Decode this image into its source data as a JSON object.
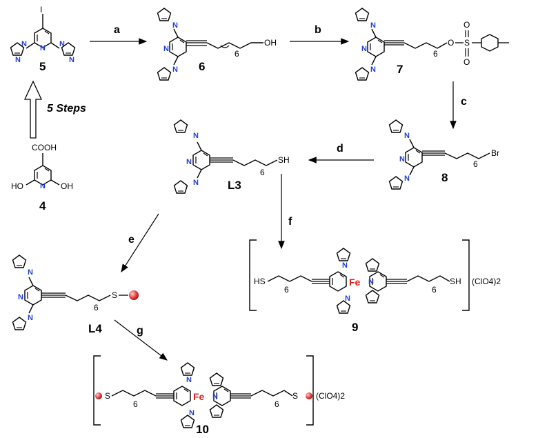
{
  "compounds": {
    "c5": {
      "label": "5",
      "substituent": "I"
    },
    "c4": {
      "label": "4",
      "cooh": "COOH",
      "oh_left": "HO",
      "oh_right": "OH"
    },
    "c6": {
      "label": "6",
      "end": "OH",
      "sub": "6"
    },
    "c7": {
      "label": "7",
      "o": "O",
      "s": "S",
      "o_top": "O",
      "o_bot": "O",
      "sub": "6"
    },
    "c8": {
      "label": "8",
      "end": "Br",
      "sub": "6"
    },
    "L3": {
      "label": "L3",
      "end": "SH",
      "sub": "6"
    },
    "L4": {
      "label": "L4",
      "s": "S",
      "sub": "6"
    },
    "c9": {
      "label": "9",
      "left_end": "HS",
      "right_end": "SH",
      "metal": "Fe",
      "counterion": "(ClO4)2",
      "sub": "6"
    },
    "c10": {
      "label": "10",
      "left_s": "S",
      "right_s": "S",
      "metal": "Fe",
      "counterion": "(ClO4)2",
      "sub": "6"
    }
  },
  "steps": {
    "a": "a",
    "b": "b",
    "c": "c",
    "d": "d",
    "e": "e",
    "f": "f",
    "g": "g",
    "five_steps": "5 Steps"
  },
  "atoms": {
    "N": "N"
  },
  "colors": {
    "nitrogen": "#1f3fd6",
    "iron": "#e0201c",
    "bond": "#000000",
    "gold_bead": "#e84040"
  }
}
